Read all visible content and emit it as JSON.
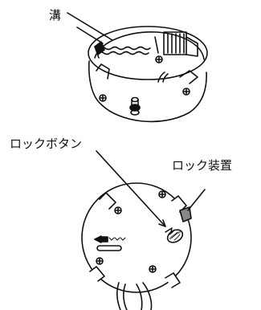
{
  "labels": {
    "groove": "溝",
    "lock_button": "ロックボタン",
    "lock_device": "ロック装置"
  },
  "colors": {
    "line": "#111111",
    "shade": "#888888",
    "background": "#ffffff"
  }
}
